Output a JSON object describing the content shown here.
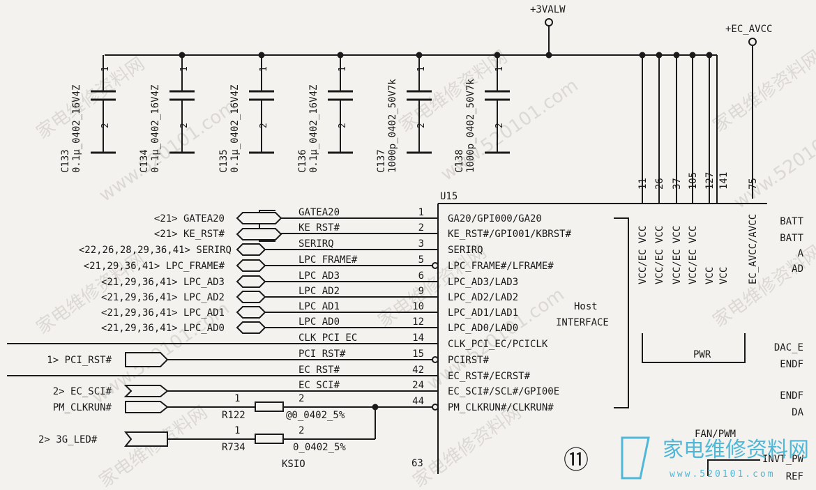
{
  "power": {
    "v3": "+3VALW",
    "avcc": "+EC_AVCC"
  },
  "capacitors": [
    {
      "ref": "C133",
      "value": "0.1μ_0402_16V4Z"
    },
    {
      "ref": "C134",
      "value": "0.1μ_0402_16V4Z"
    },
    {
      "ref": "C135",
      "value": "0.1μ_0402_16V4Z"
    },
    {
      "ref": "C136",
      "value": "0.1μ_0402_16V4Z"
    },
    {
      "ref": "C137",
      "value": "1000p_0402_50V7k"
    },
    {
      "ref": "C138",
      "value": "1000p_0402_50V7k"
    }
  ],
  "cap_pins": {
    "top": "1",
    "bottom": "2"
  },
  "chip": {
    "ref": "U15",
    "host_line1": "Host",
    "host_line2": "INTERFACE",
    "pwr": "PWR",
    "fan": "FAN/PWM",
    "circled": "⑪"
  },
  "left_pins": [
    {
      "net_ref": "<21> GATEA20",
      "wire": "GATEA20",
      "pin": "1",
      "func": "GA20/GPI000/GA20"
    },
    {
      "net_ref": "<21> KE_RST#",
      "wire": "KE_RST#",
      "pin": "2",
      "func": "KE_RST#/GPI001/KBRST#"
    },
    {
      "net_ref": "<22,26,28,29,36,41> SERIRQ",
      "wire": "SERIRQ",
      "pin": "3",
      "func": "SERIRQ"
    },
    {
      "net_ref": "<21,29,36,41> LPC_FRAME#",
      "wire": "LPC_FRAME#",
      "pin": "5",
      "func": "LPC_FRAME#/LFRAME#"
    },
    {
      "net_ref": "<21,29,36,41> LPC_AD3",
      "wire": "LPC_AD3",
      "pin": "6",
      "func": "LPC_AD3/LAD3"
    },
    {
      "net_ref": "<21,29,36,41> LPC_AD2",
      "wire": "LPC_AD2",
      "pin": "9",
      "func": "LPC_AD2/LAD2"
    },
    {
      "net_ref": "<21,29,36,41> LPC_AD1",
      "wire": "LPC_AD1",
      "pin": "10",
      "func": "LPC_AD1/LAD1"
    },
    {
      "net_ref": "<21,29,36,41> LPC_AD0",
      "wire": "LPC_AD0",
      "pin": "12",
      "func": "LPC_AD0/LAD0"
    },
    {
      "net_ref": "",
      "wire": "CLK_PCI_EC",
      "pin": "14",
      "func": "CLK_PCI_EC/PCICLK"
    },
    {
      "net_ref": "1> PCI_RST#",
      "wire": "PCI_RST#",
      "pin": "15",
      "func": "PCIRST#"
    },
    {
      "net_ref": "",
      "wire": "EC_RST#",
      "pin": "42",
      "func": "EC_RST#/ECRST#"
    },
    {
      "net_ref": "2> EC_SCI#",
      "wire": "EC_SCI#",
      "pin": "24",
      "func": "EC_SCI#/SCL#/GPI00E"
    },
    {
      "net_ref": "PM_CLKRUN#",
      "wire": "",
      "pin": "44",
      "func": "PM_CLKRUN#/CLKRUN#"
    }
  ],
  "top_pins": [
    {
      "num": "11",
      "name": "VCC/EC VCC"
    },
    {
      "num": "26",
      "name": "VCC/EC VCC"
    },
    {
      "num": "37",
      "name": "VCC/EC VCC"
    },
    {
      "num": "105",
      "name": "VCC/EC VCC"
    },
    {
      "num": "127",
      "name": "VCC"
    },
    {
      "num": "141",
      "name": "VCC"
    },
    {
      "num": "75",
      "name": "EC_AVCC/AVCC"
    }
  ],
  "resistors": [
    {
      "ref": "R122",
      "value": "@0_0402_5%",
      "p1": "1",
      "p2": "2"
    },
    {
      "ref": "R734",
      "value": "0_0402_5%",
      "p1": "1",
      "p2": "2"
    }
  ],
  "led": {
    "net_ref": "2> 3G_LED#"
  },
  "ksio": {
    "label": "KSIO",
    "pin": "63"
  },
  "right_labels": [
    "BATT",
    "BATT",
    "A",
    "AD",
    "DAC_E",
    "ENDF",
    "ENDF",
    "DA",
    "INVT_PW",
    "REF"
  ],
  "watermark": {
    "brand": "家电维修资料网",
    "url": "www.520101.com",
    "logo_text": "家电维修资料网",
    "logo_url": "www.520101.com"
  }
}
